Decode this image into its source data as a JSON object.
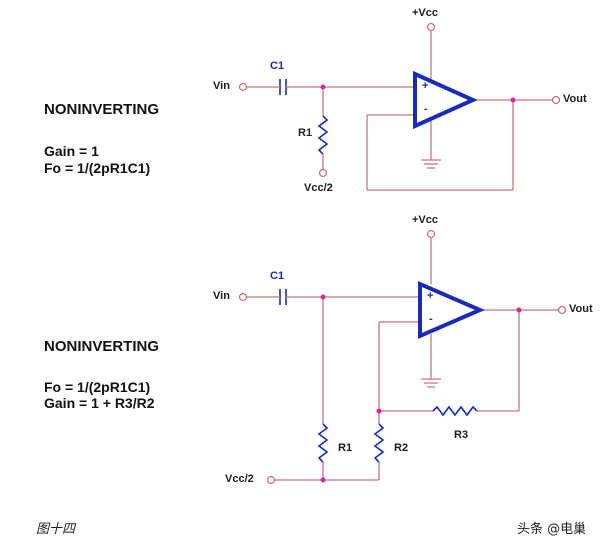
{
  "top": {
    "title": "NONINVERTING",
    "gain": "Gain = 1",
    "fo": "Fo = 1/(2pR1C1)",
    "labels": {
      "vcc": "+Vcc",
      "c1": "C1",
      "vin": "Vin",
      "r1": "R1",
      "vcc2": "Vcc/2",
      "vout": "Vout",
      "plus": "+",
      "minus": "-"
    }
  },
  "bottom": {
    "title": "NONINVERTING",
    "fo": "Fo = 1/(2pR1C1)",
    "gain": "Gain = 1 + R3/R2",
    "labels": {
      "vcc": "+Vcc",
      "c1": "C1",
      "vin": "Vin",
      "r1": "R1",
      "r2": "R2",
      "r3": "R3",
      "vcc2": "Vcc/2",
      "vout": "Vout",
      "plus": "+",
      "minus": "-"
    }
  },
  "caption": "图十四",
  "watermark": "头条 @电巢",
  "colors": {
    "wire": "#c9727e",
    "opamp": "#1a2bb8",
    "node": "#d8269e",
    "text": "#111111"
  }
}
